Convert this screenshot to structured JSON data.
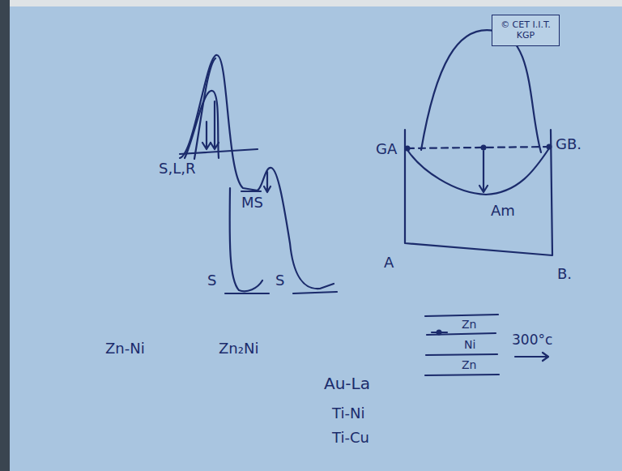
{
  "diagram": {
    "nodes": [
      {
        "text": [
          "© CET I.I.T. KGP"
        ]
      }
    ],
    "labels": [
      "S,L,R",
      "MS",
      "S",
      "S",
      "GA",
      "GB.",
      "Am",
      "A",
      "B.",
      "Zn-Ni",
      "Zn₂Ni",
      "Au-La",
      "Ti-Ni",
      "Ti-Cu",
      "Zn",
      "Ni",
      "Zn",
      "300°c"
    ]
  }
}
